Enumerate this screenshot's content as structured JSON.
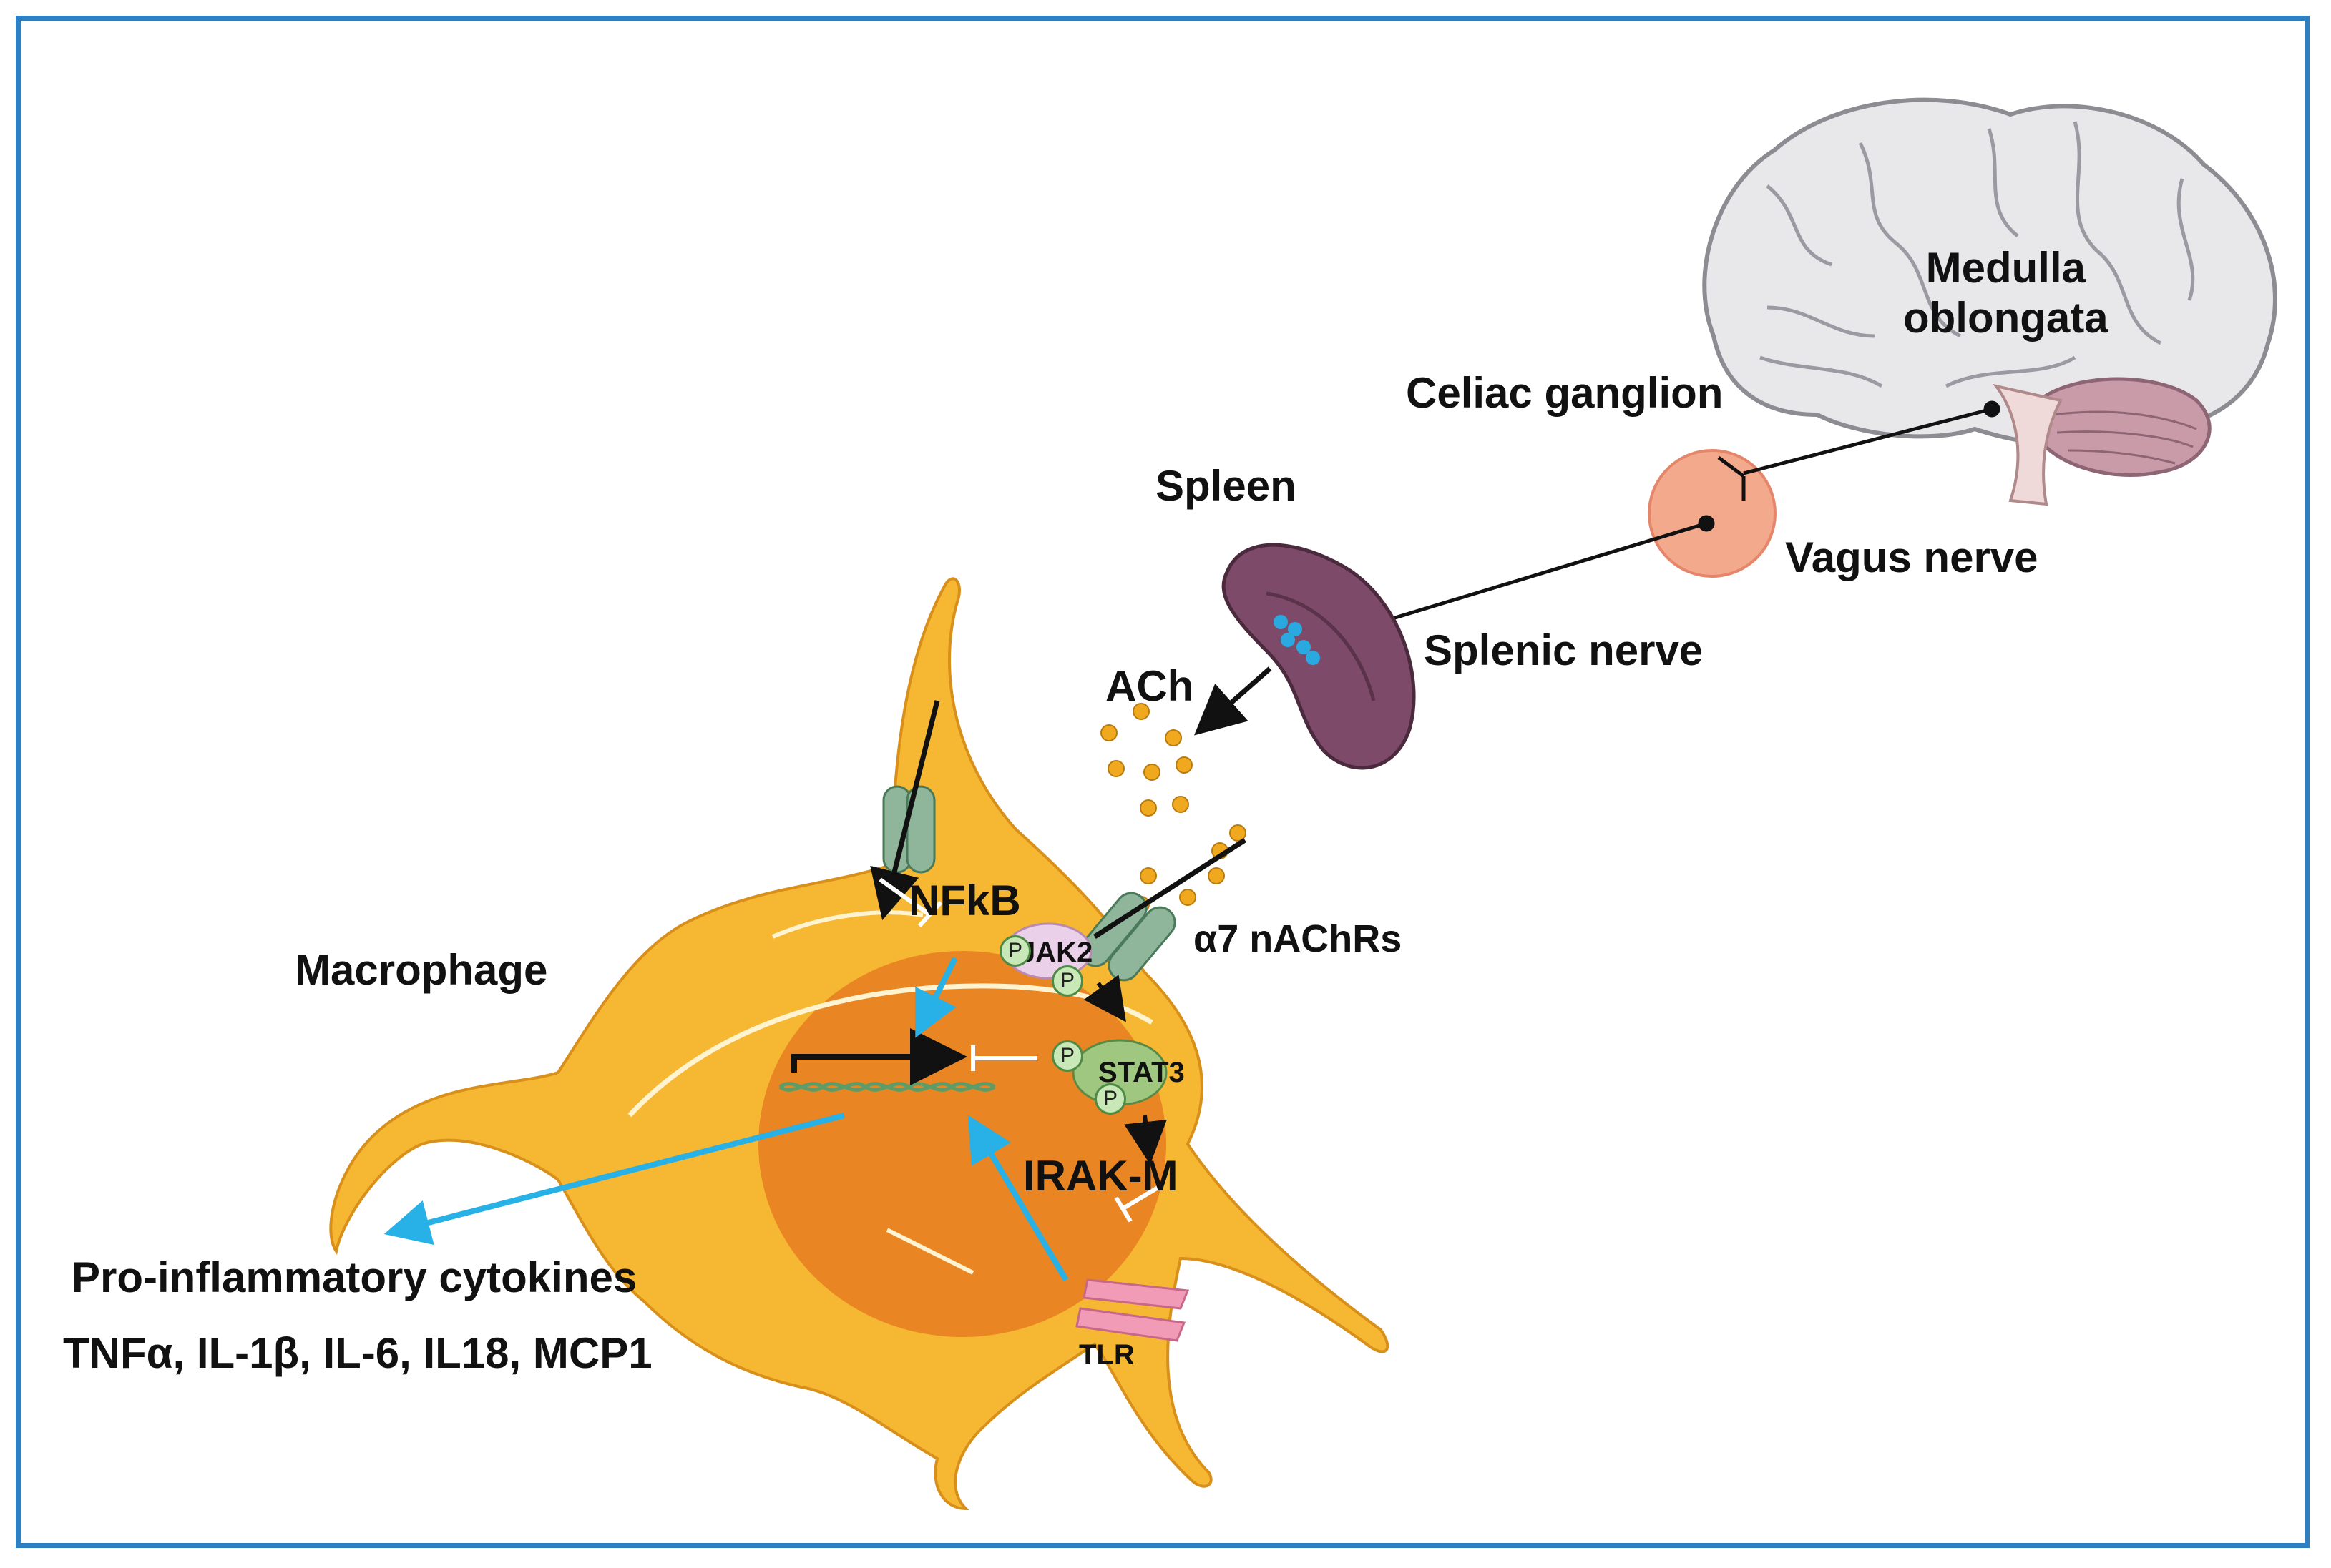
{
  "labels": {
    "medulla": "Medulla\noblongata",
    "celiac": "Celiac ganglion",
    "spleen": "Spleen",
    "vagus": "Vagus nerve",
    "splenic": "Splenic nerve",
    "ach": "ACh",
    "receptors": "α7 nAChRs",
    "macrophage": "Macrophage",
    "nfkb": "NFkB",
    "jak2": "JAK2",
    "stat3": "STAT3",
    "irakm": "IRAK-M",
    "tlr": "TLR",
    "cytokines_title": "Pro-inflammatory cytokines",
    "cytokines_list": "TNFα, IL-1β, IL-6, IL18, MCP1",
    "phospho": "P"
  },
  "colors": {
    "frame": "#2f7fc3",
    "cell_body": "#f6b733",
    "nucleus": "#e98522",
    "brain": "#e8e8ea",
    "cerebellum": "#c99aa8",
    "ganglion": "#f3a98b",
    "spleen": "#7e4a69",
    "ach_dots": "#f0a91e",
    "receptor": "#8fb59a",
    "blue_arrow": "#27b1e6",
    "tlr": "#f19bb6"
  }
}
